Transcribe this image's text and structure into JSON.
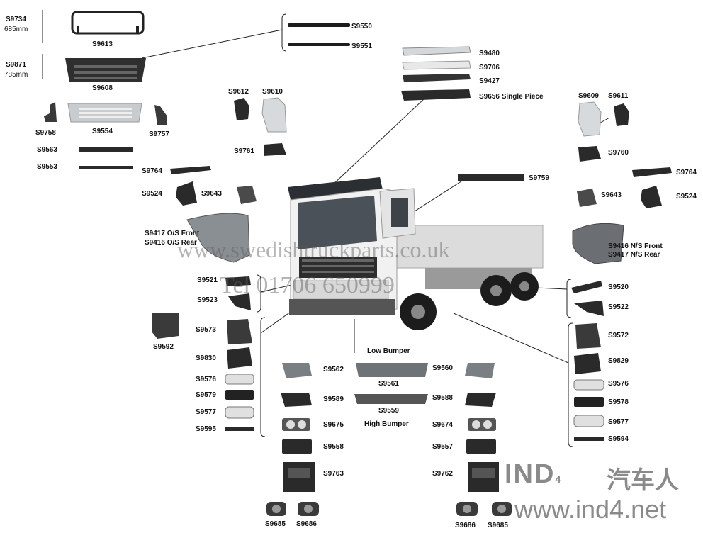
{
  "labels": {
    "s9734": "S9734",
    "s9734_size": "685mm",
    "s9613": "S9613",
    "s9871": "S9871",
    "s9871_size": "785mm",
    "s9608": "S9608",
    "s9758": "S9758",
    "s9554": "S9554",
    "s9757": "S9757",
    "s9563": "S9563",
    "s9553": "S9553",
    "s9550": "S9550",
    "s9551": "S9551",
    "s9612": "S9612",
    "s9610": "S9610",
    "s9761": "S9761",
    "s9764_l": "S9764",
    "s9524_l": "S9524",
    "s9643_l": "S9643",
    "s9417_os": "S9417 O/S Front",
    "s9416_os": "S9416 O/S Rear",
    "s9480": "S9480",
    "s9706": "S9706",
    "s9427": "S9427",
    "s9656": "S9656 Single Piece",
    "s9609": "S9609",
    "s9611": "S9611",
    "s9760": "S9760",
    "s9764_r": "S9764",
    "s9643_r": "S9643",
    "s9524_r": "S9524",
    "s9759": "S9759",
    "s9416_ns": "S9416 N/S Front",
    "s9417_ns": "S9417 N/S Rear",
    "s9521": "S9521",
    "s9523": "S9523",
    "s9520": "S9520",
    "s9522": "S9522",
    "s9592": "S9592",
    "s9573": "S9573",
    "s9830": "S9830",
    "s9576_l": "S9576",
    "s9579": "S9579",
    "s9577_l": "S9577",
    "s9595": "S9595",
    "s9572": "S9572",
    "s9829": "S9829",
    "s9576_r": "S9576",
    "s9578": "S9578",
    "s9577_r": "S9577",
    "s9594": "S9594",
    "low_bumper": "Low Bumper",
    "s9562": "S9562",
    "s9561": "S9561",
    "s9560": "S9560",
    "s9589": "S9589",
    "s9559": "S9559",
    "s9588": "S9588",
    "high_bumper": "High Bumper",
    "s9675": "S9675",
    "s9674": "S9674",
    "s9558": "S9558",
    "s9557": "S9557",
    "s9763": "S9763",
    "s9762": "S9762",
    "s9685_l": "S9685",
    "s9686_l": "S9686",
    "s9686_r": "S9686",
    "s9685_r": "S9685"
  },
  "watermark": {
    "site": "www.swedishtruckparts.co.uk",
    "phone": "Tel 01706 650999"
  },
  "logo": {
    "brand": "IND",
    "sub": "4",
    "chinese": "汽车人",
    "url": "www.ind4.net"
  },
  "colors": {
    "cab": "#f2f2f2",
    "grille": "#2a2a2a",
    "parts_dark": "#333333",
    "parts_grey": "#bfc3c6",
    "truck_body": "#d9d9d9",
    "wheel": "#1c1c1c"
  }
}
